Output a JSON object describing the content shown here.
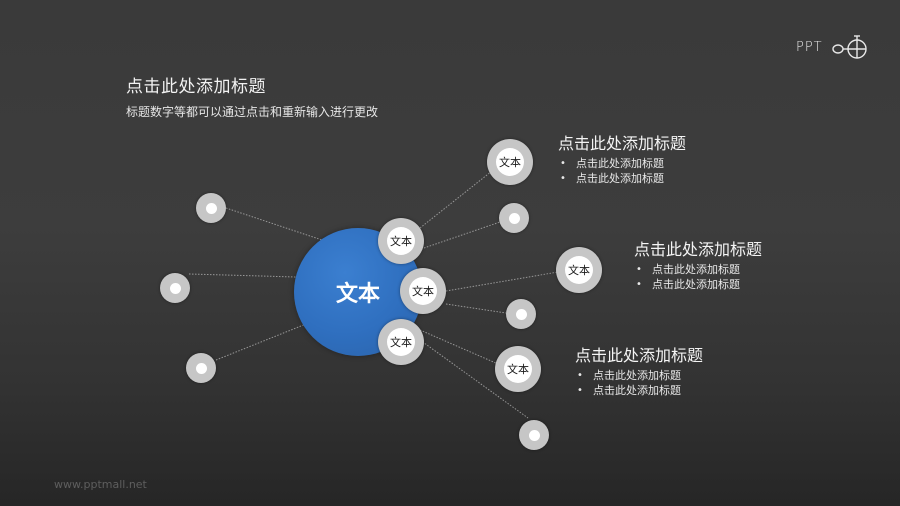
{
  "header": {
    "title": "点击此处添加标题",
    "subtitle": "标题数字等都可以通过点击和重新输入进行更改"
  },
  "logo": {
    "text": "PPT",
    "icon": "stopwatch-logo-icon"
  },
  "footer": {
    "url_text": "www.pptmall.net"
  },
  "colors": {
    "background": "#3b3b3b",
    "hub": "#2f6fbf",
    "node_ring": "#c6c6c6",
    "node_center": "#ffffff",
    "connector": "#9a9a9a"
  },
  "diagram": {
    "hub": {
      "label": "文本"
    },
    "attached_nodes": [
      {
        "label": "文本"
      },
      {
        "label": "文本"
      },
      {
        "label": "文本"
      }
    ],
    "outer_labeled_nodes": [
      {
        "label": "文本"
      },
      {
        "label": "文本"
      },
      {
        "label": "文本"
      }
    ],
    "text_blocks": [
      {
        "title": "点击此处添加标题",
        "bullets": [
          "点击此处添加标题",
          "点击此处添加标题"
        ]
      },
      {
        "title": "点击此处添加标题",
        "bullets": [
          "点击此处添加标题",
          "点击此处添加标题"
        ]
      },
      {
        "title": "点击此处添加标题",
        "bullets": [
          "点击此处添加标题",
          "点击此处添加标题"
        ]
      }
    ],
    "bullet_glyph": "•"
  }
}
